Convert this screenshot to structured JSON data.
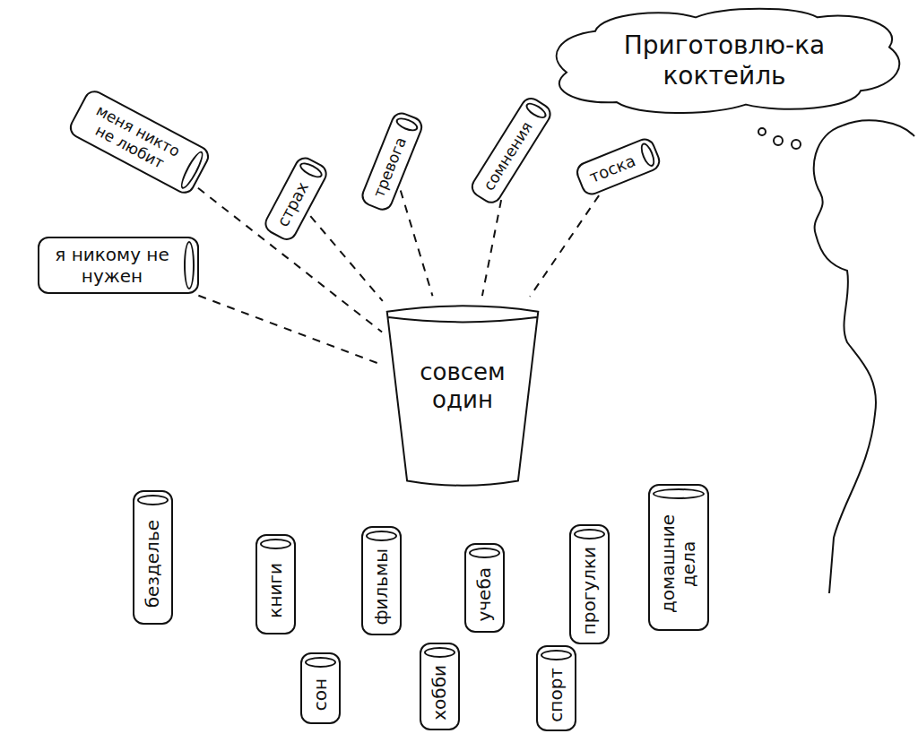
{
  "diagram": {
    "nodes": [
      {
        "text": [
          "Приготовлю-ка коктейль"
        ]
      },
      {
        "text": [
          "меня никто не любит"
        ]
      },
      {
        "text": [
          "страх"
        ]
      },
      {
        "text": [
          "тревога"
        ]
      },
      {
        "text": [
          "сомнения"
        ]
      },
      {
        "text": [
          "тоска"
        ]
      },
      {
        "text": [
          "я никому не нужен"
        ]
      },
      {
        "text": [
          "совсем один"
        ]
      },
      {
        "text": [
          "безделье"
        ]
      },
      {
        "text": [
          "книги"
        ]
      },
      {
        "text": [
          "фильмы"
        ]
      },
      {
        "text": [
          "учеба"
        ]
      },
      {
        "text": [
          "прогулки"
        ]
      },
      {
        "text": [
          "домашние дела"
        ]
      },
      {
        "text": [
          "сон"
        ]
      },
      {
        "text": [
          "хобби"
        ]
      },
      {
        "text": [
          "спорт"
        ]
      }
    ],
    "edges": [
      {
        "from": 1,
        "to": 7,
        "arrow": "none"
      },
      {
        "from": 2,
        "to": 7,
        "arrow": "none"
      },
      {
        "from": 3,
        "to": 7,
        "arrow": "none"
      },
      {
        "from": 4,
        "to": 7,
        "arrow": "none"
      },
      {
        "from": 5,
        "to": 7,
        "arrow": "none"
      },
      {
        "from": 6,
        "to": 7,
        "arrow": "none"
      }
    ]
  }
}
